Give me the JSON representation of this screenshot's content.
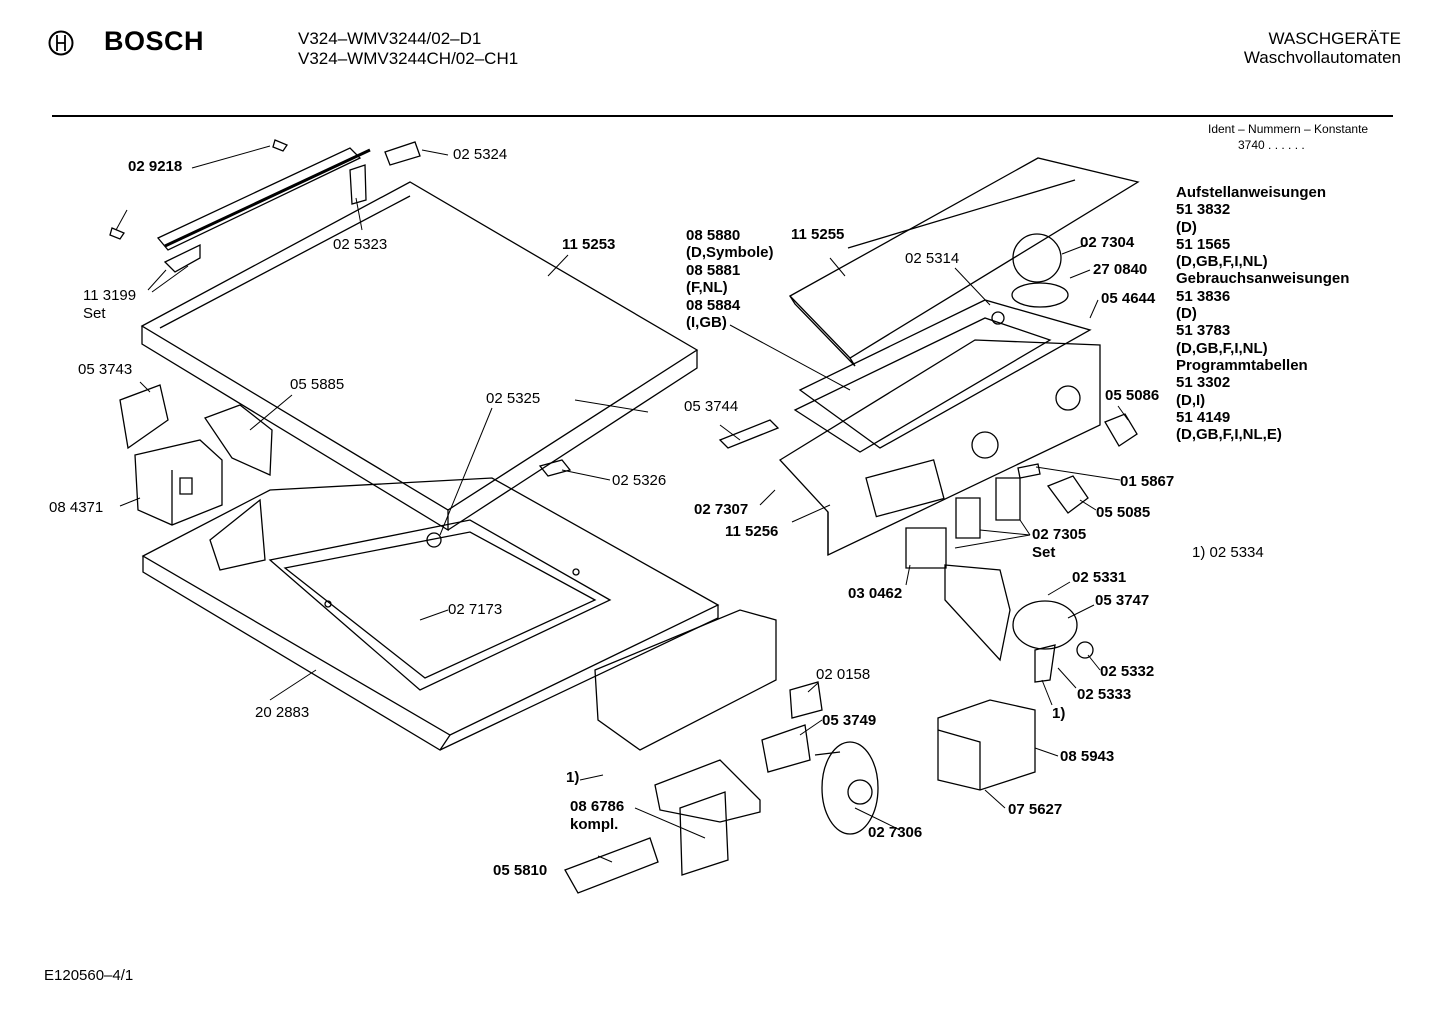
{
  "header": {
    "brand": "BOSCH",
    "logo_icon": "bosch-armature-icon",
    "model_line_1": "V324–WMV3244/02–D1",
    "model_line_2": "V324–WMV3244CH/02–CH1",
    "category": "WASCHGERÄTE",
    "subcategory": "Waschvollautomaten"
  },
  "ident": {
    "title": "Ident – Nummern – Konstante",
    "value": "3740 . . . . . ."
  },
  "parts": {
    "p029218": "02 9218",
    "p025324": "02 5324",
    "p025323": "02 5323",
    "p115253": "11 5253",
    "p113199": "11 3199",
    "set1": "Set",
    "p053743": "05 3743",
    "p055885": "05 5885",
    "p025325": "02 5325",
    "p025326": "02 5326",
    "p084371": "08 4371",
    "p027173": "02 7173",
    "p202883": "20 2883",
    "p085880": "08 5880",
    "p085880_note": "(D,Symbole)",
    "p085881": "08 5881",
    "p085881_note": "(F,NL)",
    "p085884": "08 5884",
    "p085884_note": "(I,GB)",
    "p115255": "11 5255",
    "p025314": "02 5314",
    "p027304": "02 7304",
    "p270840": "27 0840",
    "p054644": "05 4644",
    "p053744": "05 3744",
    "p055086": "05 5086",
    "p015867": "01 5867",
    "p055085": "05 5085",
    "p027307": "02 7307",
    "p115256": "11 5256",
    "p027305": "02 7305",
    "set2": "Set",
    "p030462": "03 0462",
    "p025331": "02 5331",
    "p053747": "05 3747",
    "p025332": "02 5332",
    "p025333": "02 5333",
    "fn_ref_a": "1)",
    "fn_ref_b": "1)",
    "p020158": "02 0158",
    "p053749": "05 3749",
    "p086786": "08 6786",
    "kompl": "kompl.",
    "p055810": "05 5810",
    "p027306": "02 7306",
    "p085943": "08 5943",
    "p075627": "07 5627"
  },
  "instructions": [
    "Aufstellanweisungen",
    "51 3832",
    "(D)",
    "51 1565",
    "(D,GB,F,I,NL)",
    "Gebrauchsanweisungen",
    "51 3836",
    "(D)",
    "51 3783",
    "(D,GB,F,I,NL)",
    "Programmtabellen",
    "51 3302",
    "(D,I)",
    "51 4149",
    "(D,GB,F,I,NL,E)"
  ],
  "footnote": "1)  02 5334",
  "footer": "E120560–4/1"
}
